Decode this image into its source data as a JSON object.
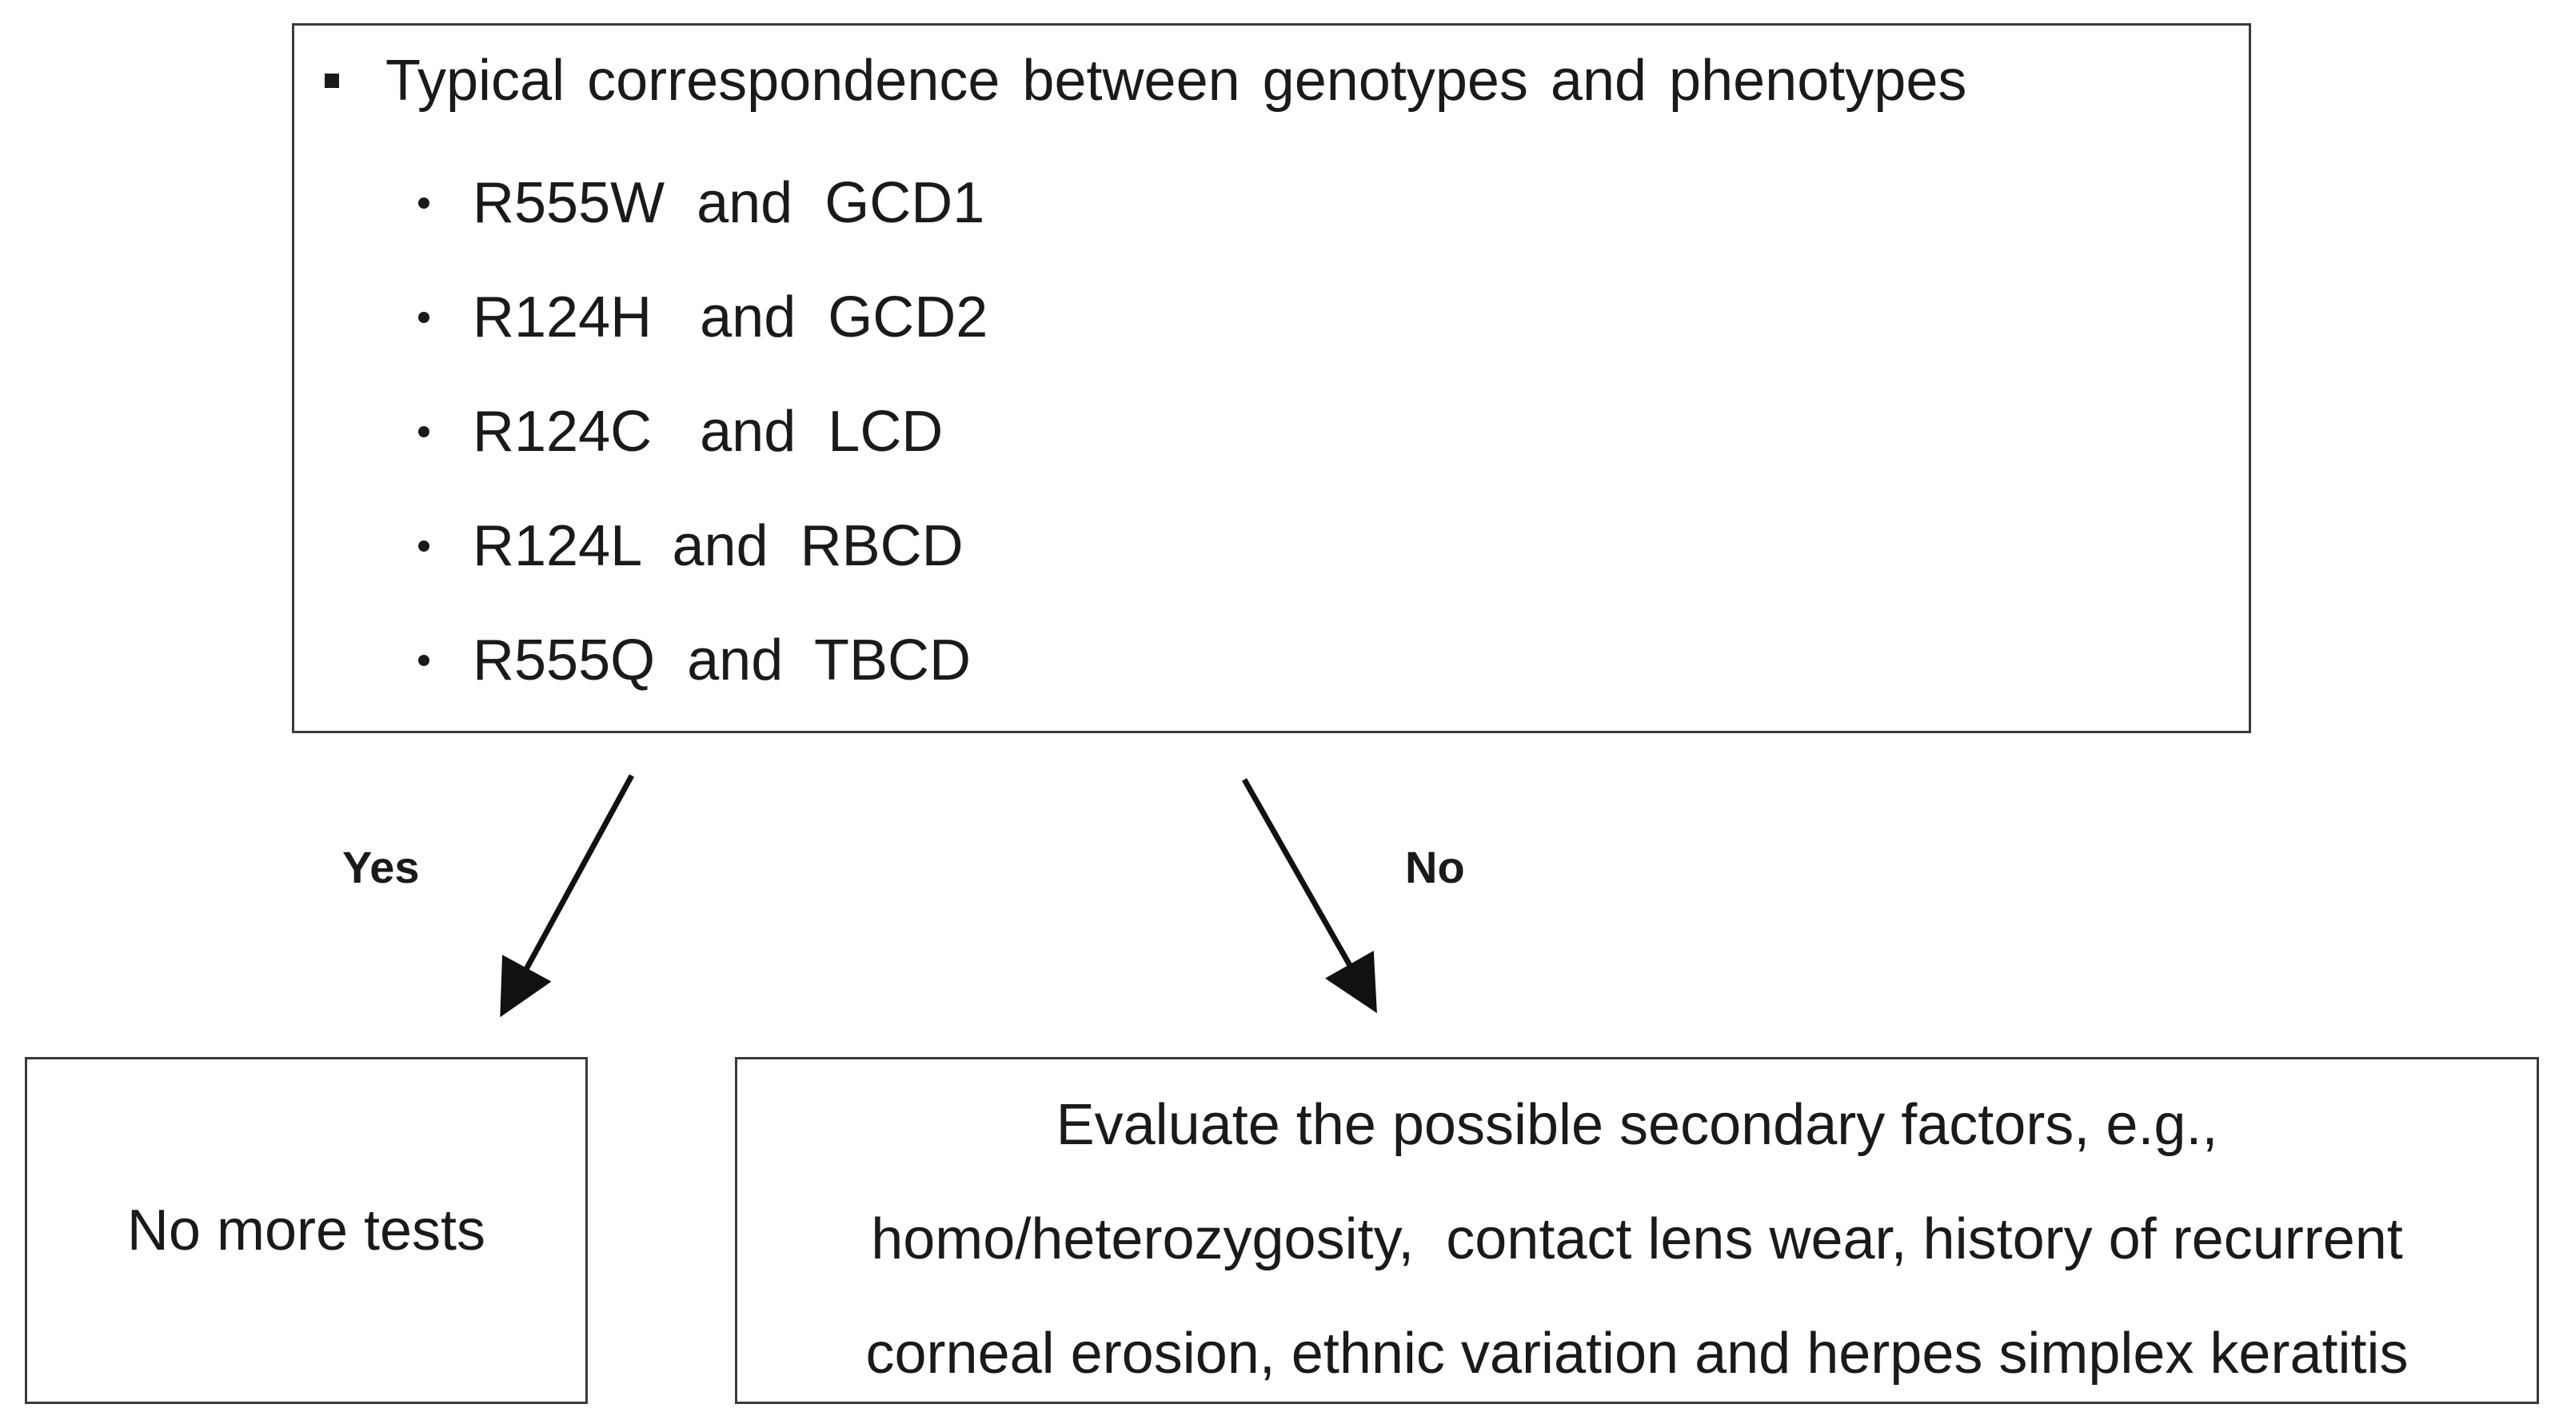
{
  "top_box": {
    "header": "Typical correspondence between genotypes and phenotypes",
    "items": [
      "R555W  and  GCD1",
      "R124H   and  GCD2",
      "R124C   and  LCD",
      "R124L  and  RBCD",
      "R555Q  and  TBCD"
    ]
  },
  "branches": {
    "yes_label": "Yes",
    "no_label": "No"
  },
  "left_box": {
    "text": "No more tests"
  },
  "right_box": {
    "lines": [
      "Evaluate the possible secondary factors, e.g.,",
      "homo/heterozygosity,  contact lens wear, history of recurrent",
      "corneal erosion, ethnic variation and herpes simplex keratitis"
    ]
  },
  "colors": {
    "text": "#1a1a1a",
    "border": "#3a3a3a",
    "background": "#ffffff"
  }
}
